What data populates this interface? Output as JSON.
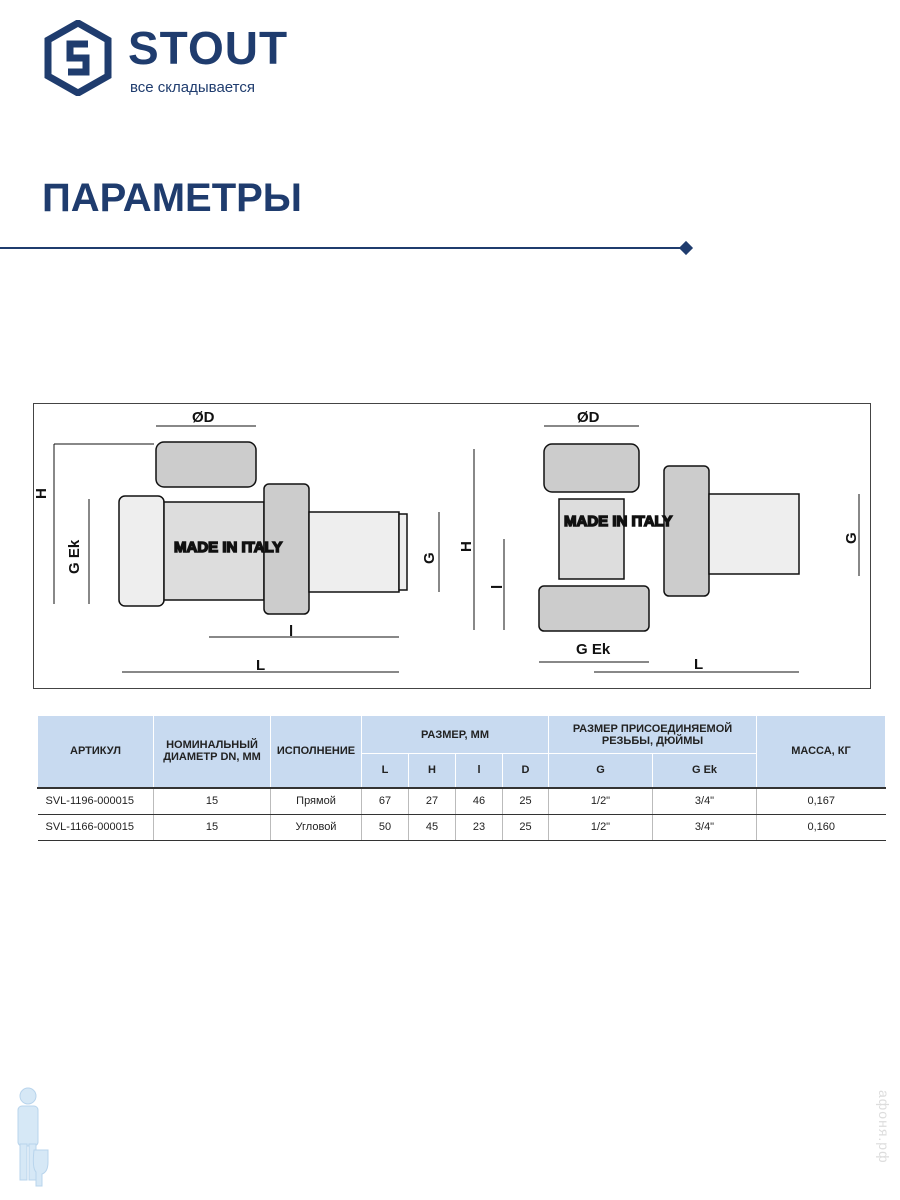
{
  "brand": {
    "name": "STOUT",
    "tagline": "все складывается"
  },
  "title": "ПАРАМЕТРЫ",
  "drawing": {
    "left_valve": {
      "labels": [
        "ØD",
        "H",
        "G Ek",
        "G",
        "l",
        "L"
      ],
      "stamp": "MADE IN ITALY"
    },
    "right_valve": {
      "labels": [
        "ØD",
        "H",
        "l",
        "G Ek",
        "L",
        "G"
      ],
      "stamp": "MADE IN ITALY"
    }
  },
  "table": {
    "headers": {
      "article": "АРТИКУЛ",
      "dn": "НОМИНАЛЬНЫЙ ДИАМЕТР DN, ММ",
      "type": "ИСПОЛНЕНИЕ",
      "size": "РАЗМЕР, ММ",
      "thread": "РАЗМЕР ПРИСОЕДИНЯЕМОЙ РЕЗЬБЫ, ДЮЙМЫ",
      "mass": "МАССА, КГ",
      "L": "L",
      "H": "H",
      "l": "l",
      "D": "D",
      "G": "G",
      "GEk": "G Ek"
    },
    "rows": [
      [
        "SVL-1196-000015",
        "15",
        "Прямой",
        "67",
        "27",
        "46",
        "25",
        "1/2\"",
        "3/4\"",
        "0,167"
      ],
      [
        "SVL-1166-000015",
        "15",
        "Угловой",
        "50",
        "45",
        "23",
        "25",
        "1/2\"",
        "3/4\"",
        "0,160"
      ]
    ]
  },
  "watermark": "афоня.рф",
  "colors": {
    "brand": "#1f3c6e",
    "header_bg": "#c8daf0"
  }
}
